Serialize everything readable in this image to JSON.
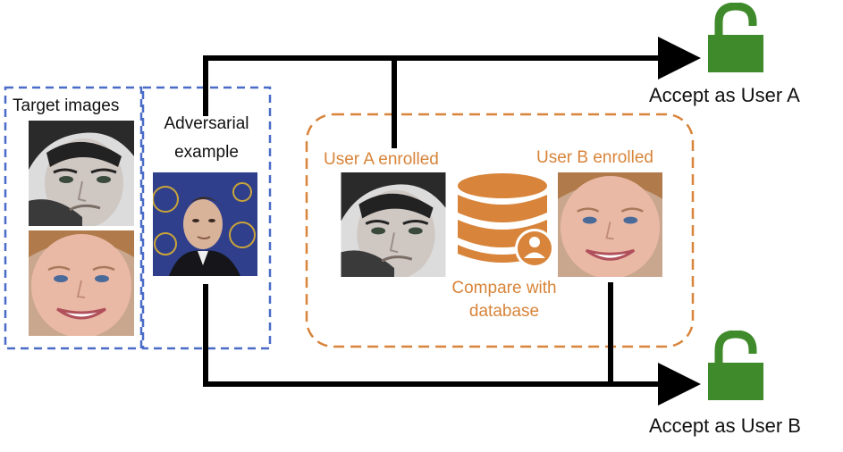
{
  "colors": {
    "arrow": "#000000",
    "blue_dash": "#4A6CC8",
    "orange_dash": "#D8843A",
    "orange_text": "#D8843A",
    "lock_green": "#3F8A2A",
    "db_orange": "#D8843A"
  },
  "left_panel": {
    "target_label": "Target images",
    "adversarial_label_line1": "Adversarial",
    "adversarial_label_line2": "example"
  },
  "enroll_panel": {
    "user_a_label": "User A enrolled",
    "user_b_label": "User B enrolled",
    "compare_line1": "Compare with",
    "compare_line2": "database"
  },
  "outcomes": {
    "user_a": "Accept as User A",
    "user_b": "Accept  as User B"
  },
  "icons": {
    "lock_top": "unlocked-padlock-icon",
    "lock_bottom": "unlocked-padlock-icon",
    "database": "database-user-icon"
  }
}
